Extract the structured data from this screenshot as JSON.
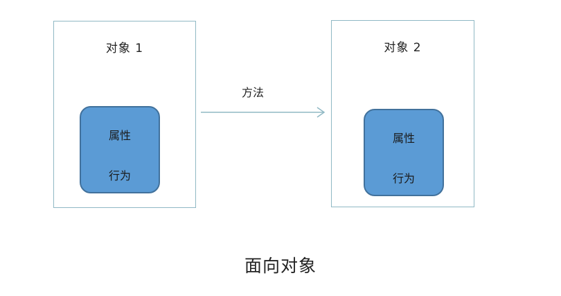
{
  "colors": {
    "object_border": "#8fb8c4",
    "inner_fill": "#5b9bd5",
    "inner_border": "#41719c",
    "arrow": "#8fb8c4"
  },
  "objects": [
    {
      "title": "对象 1",
      "attribute": "属性",
      "behavior": "行为"
    },
    {
      "title": "对象 2",
      "attribute": "属性",
      "behavior": "行为"
    }
  ],
  "connector": {
    "label": "方法"
  },
  "caption": "面向对象"
}
